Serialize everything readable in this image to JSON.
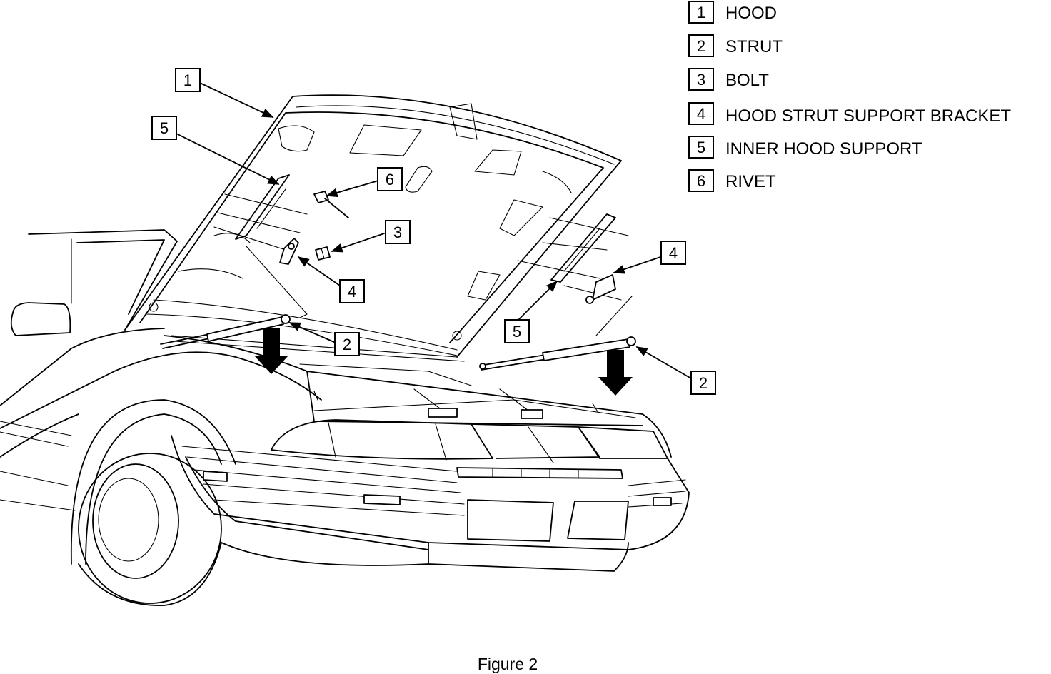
{
  "legend": [
    {
      "num": "1",
      "label": "HOOD"
    },
    {
      "num": "2",
      "label": "STRUT"
    },
    {
      "num": "3",
      "label": "BOLT"
    },
    {
      "num": "4",
      "label": "HOOD STRUT SUPPORT BRACKET"
    },
    {
      "num": "5",
      "label": "INNER HOOD SUPPORT"
    },
    {
      "num": "6",
      "label": "RIVET"
    }
  ],
  "callouts": {
    "hood": "1",
    "inner_support_left": "5",
    "rivet": "6",
    "bolt": "3",
    "bracket_left": "4",
    "strut_left": "2",
    "bracket_right": "4",
    "inner_support_right": "5",
    "strut_right": "2"
  },
  "caption": "Figure 2"
}
